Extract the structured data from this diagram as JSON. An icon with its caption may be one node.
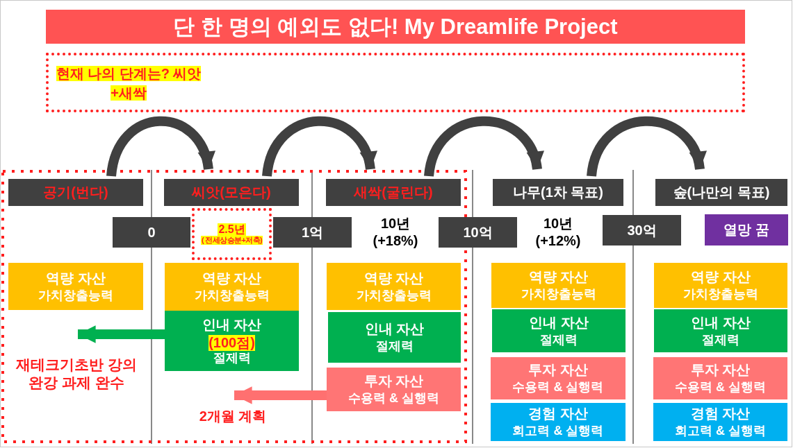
{
  "diagram": {
    "title": "단 한 명의 예외도 없다! My Dreamlife Project",
    "nodes": [
      {
        "text": [
          "현재 나의 단계는? 씨앗+새싹"
        ]
      },
      {
        "text": [
          "공기(번다)"
        ]
      },
      {
        "text": [
          "씨앗(모은다)"
        ]
      },
      {
        "text": [
          "새싹(굴린다)"
        ]
      },
      {
        "text": [
          "나무(1차 목표)"
        ]
      },
      {
        "text": [
          "숲(나만의 목표)"
        ]
      },
      {
        "text": [
          "0"
        ]
      },
      {
        "text": [
          "2.5년",
          "( 전세상승분+저축)"
        ]
      },
      {
        "text": [
          "1억"
        ]
      },
      {
        "text": [
          "10억"
        ]
      },
      {
        "text": [
          "30억"
        ]
      },
      {
        "text": [
          "열망 꿈"
        ]
      },
      {
        "text": [
          "역량 자산",
          "가치창출능력"
        ]
      },
      {
        "text": [
          "역량 자산",
          "가치창출능력"
        ]
      },
      {
        "text": [
          "인내 자산",
          "(100점)",
          "절제력"
        ]
      },
      {
        "text": [
          "역량 자산",
          "가치창출능력"
        ]
      },
      {
        "text": [
          "인내 자산",
          "절제력"
        ]
      },
      {
        "text": [
          "투자 자산",
          "수용력 & 실행력"
        ]
      },
      {
        "text": [
          "역량 자산",
          "가치창출능력"
        ]
      },
      {
        "text": [
          "인내 자산",
          "절제력"
        ]
      },
      {
        "text": [
          "투자 자산",
          "수용력 & 실행력"
        ]
      },
      {
        "text": [
          "경험 자산",
          "회고력 & 실행력"
        ]
      },
      {
        "text": [
          "역량 자산",
          "가치창출능력"
        ]
      },
      {
        "text": [
          "인내 자산",
          "절제력"
        ]
      },
      {
        "text": [
          "투자 자산",
          "수용력 & 실행력"
        ]
      },
      {
        "text": [
          "경험 자산",
          "회고력 & 실행력"
        ]
      }
    ],
    "edges": [
      {
        "from": 1,
        "to": 2,
        "arrow": "to"
      },
      {
        "from": 2,
        "to": 3,
        "arrow": "to"
      },
      {
        "from": 3,
        "to": 4,
        "arrow": "to"
      },
      {
        "from": 4,
        "to": 5,
        "arrow": "to"
      },
      {
        "from": 14,
        "to": 12,
        "arrow": "to",
        "color": "#00b050"
      },
      {
        "from": 17,
        "to": 14,
        "arrow": "to",
        "color": "#ff7070"
      }
    ],
    "labels": [
      "10년 (+18%)",
      "10년 (+12%)",
      "재테크기초반 강의 완강 과제 완수",
      "2개월 계획"
    ]
  }
}
